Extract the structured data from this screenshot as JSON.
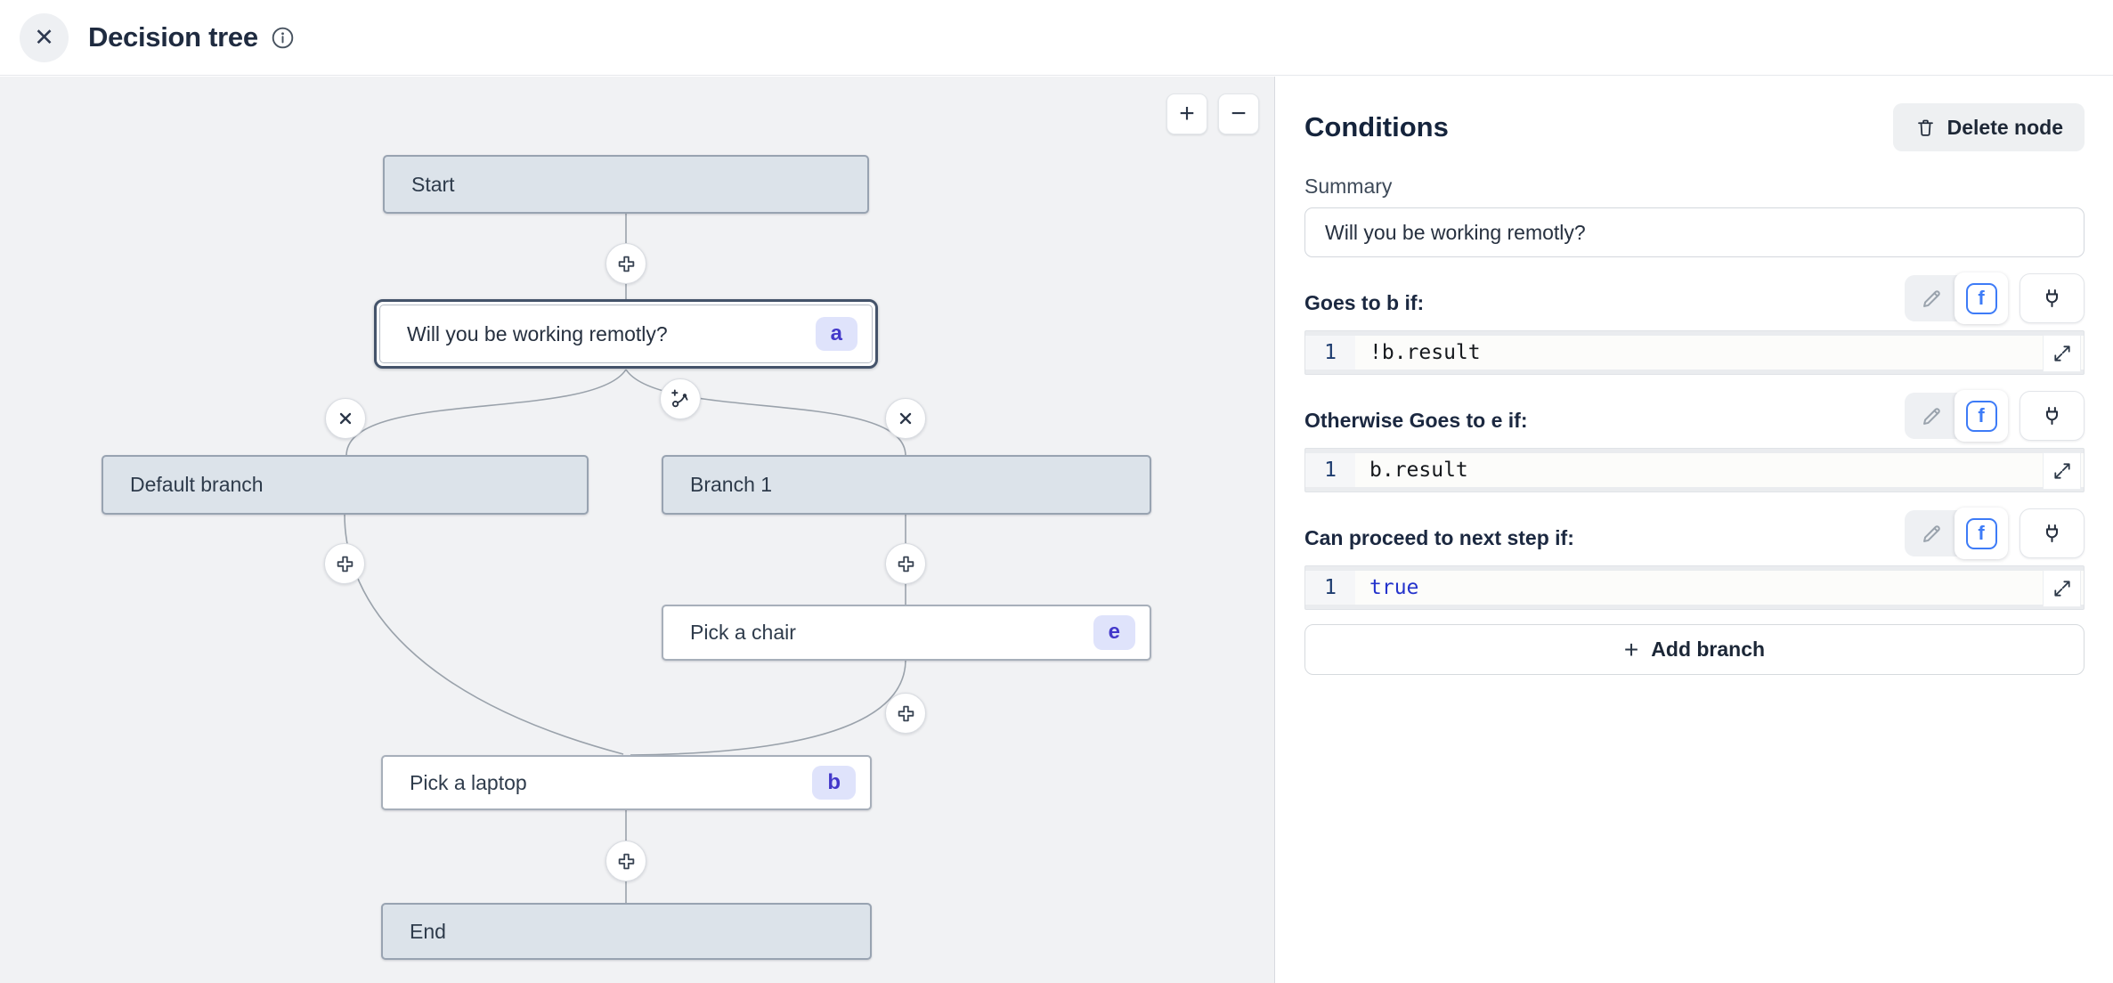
{
  "header": {
    "title": "Decision tree"
  },
  "canvas": {
    "nodes": [
      {
        "label": "Start"
      },
      {
        "label": "Will you be working remotly?",
        "badge": "a",
        "selected": true
      },
      {
        "label": "Default branch"
      },
      {
        "label": "Branch 1"
      },
      {
        "label": "Pick a chair",
        "badge": "e"
      },
      {
        "label": "Pick a laptop",
        "badge": "b"
      },
      {
        "label": "End"
      }
    ],
    "zoom_in": "+",
    "zoom_out": "−"
  },
  "panel": {
    "title": "Conditions",
    "delete_button": "Delete node",
    "summary_label": "Summary",
    "summary_value": "Will you be working remotly?",
    "sections": [
      {
        "label": "Goes to b if:",
        "line_number": "1",
        "code": "!b.result",
        "code_color": "#16191d"
      },
      {
        "label": "Otherwise Goes to e if:",
        "line_number": "1",
        "code": "b.result",
        "code_color": "#16191d"
      },
      {
        "label": "Can proceed to next step if:",
        "line_number": "1",
        "code": "true",
        "code_color": "#2433cc"
      }
    ],
    "add_branch_label": "Add branch",
    "add_branch_plus": "+"
  },
  "icons": {
    "close": "✕",
    "fx": "f"
  },
  "colors": {
    "canvas_bg": "#f1f2f4",
    "node_fill": "#dce3ea",
    "node_border": "#98a3b1",
    "selected_border": "#44536a",
    "badge_bg": "#dfe3fb",
    "badge_text": "#4338ca",
    "accent_blue": "#3d7bf7",
    "keyword_blue": "#2433cc",
    "edge": "#9aa2ab"
  }
}
